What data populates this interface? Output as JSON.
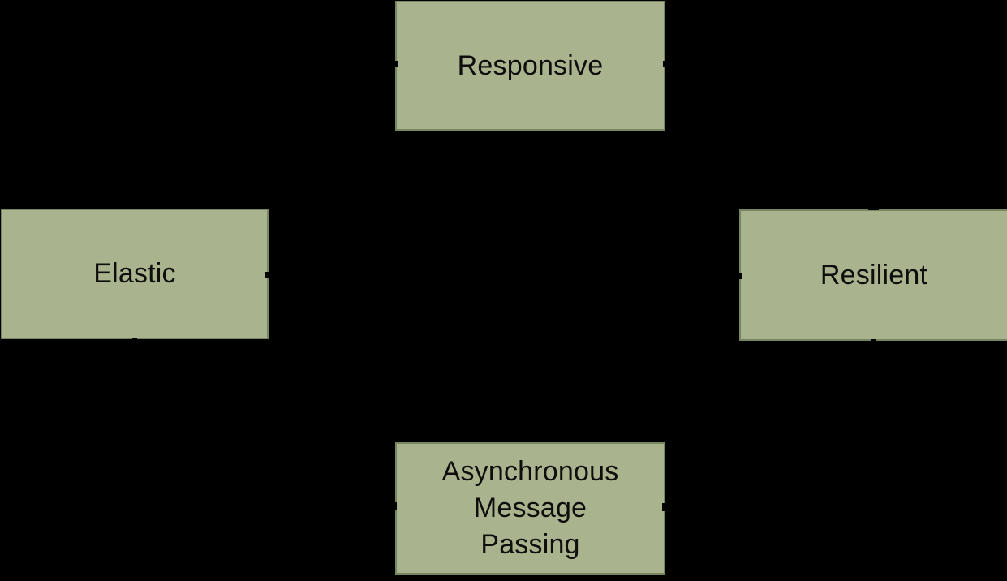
{
  "colors": {
    "background": "#000000",
    "node_fill": "#a9b48f",
    "node_border": "#77865f",
    "node_text": "#0e0e0c"
  },
  "nodes": [
    {
      "id": "responsive",
      "label": "Responsive",
      "lines": [
        "Responsive"
      ]
    },
    {
      "id": "elastic",
      "label": "Elastic",
      "lines": [
        "Elastic"
      ]
    },
    {
      "id": "resilient",
      "label": "Resilient",
      "lines": [
        "Resilient"
      ]
    },
    {
      "id": "async-message-passing",
      "label": "Asynchronous Message Passing",
      "lines": [
        "Asynchronous",
        "Message",
        "Passing"
      ]
    }
  ]
}
